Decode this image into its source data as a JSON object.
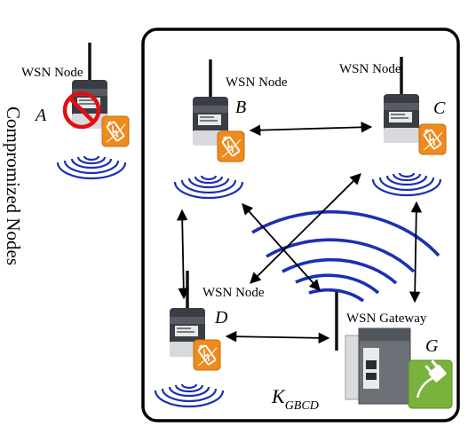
{
  "side_label": "Compromized Nodes",
  "nodes": {
    "A": {
      "caption": "WSN Node",
      "letter": "A",
      "status": "compromised"
    },
    "B": {
      "caption": "WSN Node",
      "letter": "B"
    },
    "C": {
      "caption": "WSN Node",
      "letter": "C"
    },
    "D": {
      "caption": "WSN Node",
      "letter": "D"
    },
    "G": {
      "caption": "WSN Gateway",
      "letter": "G"
    }
  },
  "key_label": {
    "main": "K",
    "sub": "GBCD"
  },
  "colors": {
    "wave": "#1c2fb4",
    "battery_badge": "#ef8a1d",
    "gateway_badge": "#79b23c",
    "prohibit": "#e01010",
    "border": "#000000"
  },
  "icons": {
    "node": "wsn-node-device-icon",
    "battery": "battery-charge-icon",
    "plug": "power-plug-icon",
    "forbidden": "prohibited-icon",
    "signal": "wireless-signal-icon"
  }
}
